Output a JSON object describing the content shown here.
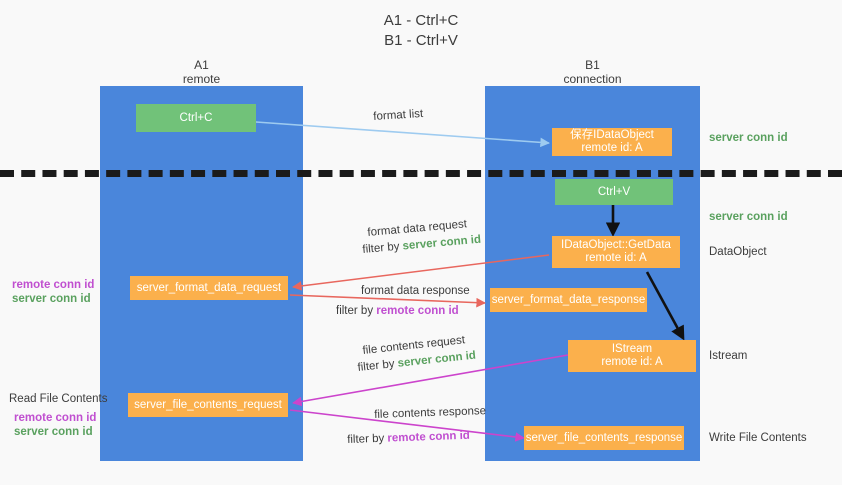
{
  "title": {
    "line1": "A1 - Ctrl+C",
    "line2": "B1 - Ctrl+V"
  },
  "columns": [
    {
      "name": "A1",
      "role": "remote"
    },
    {
      "name": "B1",
      "role": "connection"
    }
  ],
  "nodes": {
    "ctrl_c": "Ctrl+C",
    "save_idataobject_line1": "保存IDataObject",
    "save_idataobject_line2": "remote id: A",
    "ctrl_v": "Ctrl+V",
    "getdata_line1": "IDataObject::GetData",
    "getdata_line2": "remote id: A",
    "istream_line1": "IStream",
    "istream_line2": "remote id: A",
    "server_format_data_request": "server_format_data_request",
    "server_format_data_response": "server_format_data_response",
    "server_file_contents_request": "server_file_contents_request",
    "server_file_contents_response": "server_file_contents_response"
  },
  "edge_labels": {
    "format_list": "format list",
    "format_data_request": "format data request",
    "format_data_request_filter_prefix": "filter by ",
    "format_data_request_filter_value": "server conn id",
    "format_data_response": "format data response",
    "format_data_response_filter_prefix": "filter by ",
    "format_data_response_filter_value": "remote conn id",
    "file_contents_request": "file contents request",
    "file_contents_request_filter_prefix": "filter by ",
    "file_contents_request_filter_value": "server conn id",
    "file_contents_response": "file contents response",
    "file_contents_response_filter_prefix": "filter by ",
    "file_contents_response_filter_value": "remote conn id"
  },
  "annotations": {
    "right_server_conn_id_1": "server conn id",
    "right_server_conn_id_2": "server conn id",
    "right_dataobject": "DataObject",
    "right_istream": "Istream",
    "right_write_file_contents": "Write File Contents",
    "left_remote_conn_id_1": "remote conn id",
    "left_server_conn_id_1": "server conn id",
    "left_read_file_contents": "Read File Contents",
    "left_remote_conn_id_2": "remote conn id",
    "left_server_conn_id_2": "server conn id"
  },
  "colors": {
    "background": "#f9f9f9",
    "lane": "#4a86db",
    "node_green": "#71c279",
    "node_orange": "#fbb04c",
    "text_dark": "#3c3c3c",
    "accent_green": "#5aa15f",
    "accent_purple": "#c04fd0",
    "arrow_lightblue": "#9ecbf0",
    "arrow_red": "#e8675e",
    "arrow_magenta": "#cc44cc",
    "arrow_black": "#111111",
    "dash_line": "#1b1b1b"
  }
}
